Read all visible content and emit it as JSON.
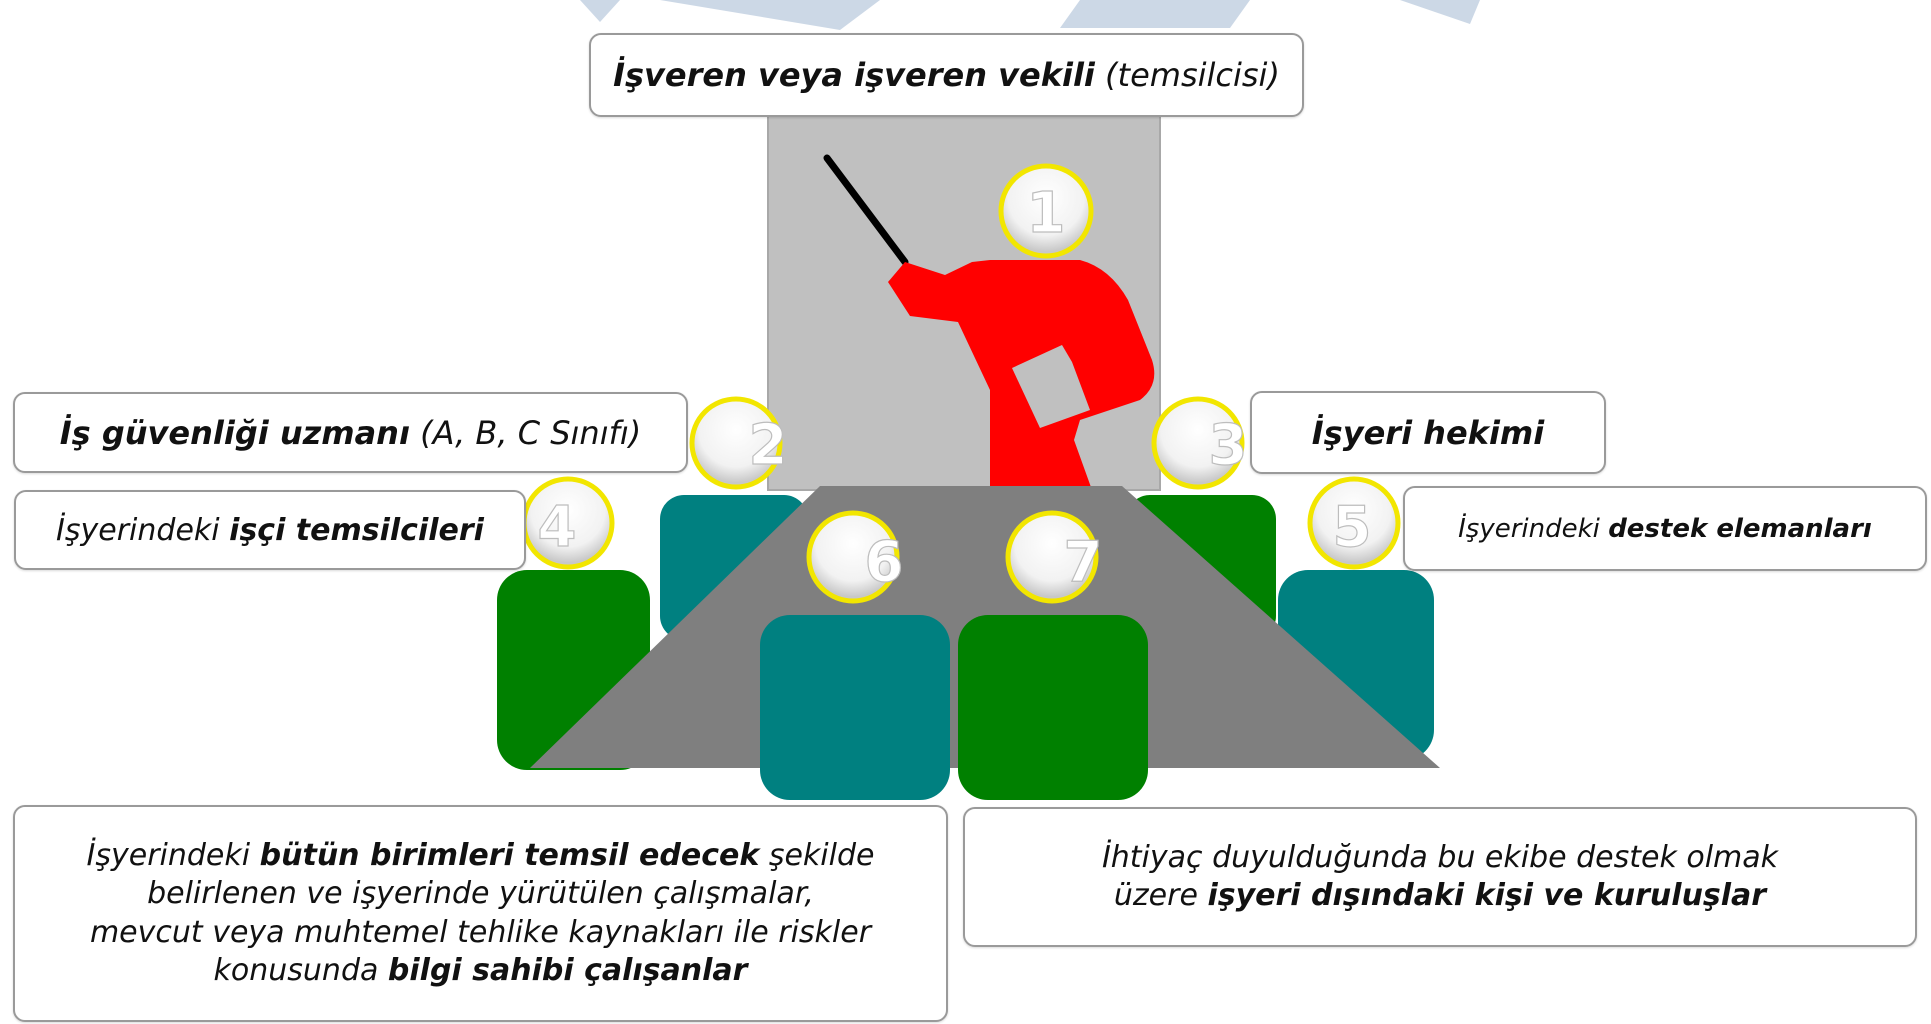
{
  "top_box": {
    "bold": "İşveren veya işveren vekili",
    "normal": " (temsilcisi)"
  },
  "isg_box": {
    "bold": "İş güvenliği uzmanı",
    "normal": " (A, B, C Sınıfı)"
  },
  "doctor_box": {
    "bold": "İşyeri hekimi"
  },
  "worker_rep_box": {
    "normal": "İşyerindeki ",
    "bold": "işçi temsilcileri"
  },
  "support_box": {
    "normal": "İşyerindeki ",
    "bold": "destek elemanları"
  },
  "bottom_left_box": {
    "l1_a": "İşyerindeki ",
    "l1_b": "bütün birimleri temsil edecek",
    "l1_c": " şekilde",
    "l2": "belirlenen ve işyerinde yürütülen çalışmalar,",
    "l3": "mevcut veya muhtemel tehlike kaynakları ile riskler",
    "l4_a": "konusunda ",
    "l4_b": "bilgi sahibi çalışanlar"
  },
  "bottom_right_box": {
    "l1": "İhtiyaç duyulduğunda bu ekibe destek olmak",
    "l2_a": "üzere ",
    "l2_b": "işyeri dışındaki kişi ve kuruluşlar"
  },
  "numbers": {
    "n1": "1",
    "n2": "2",
    "n3": "3",
    "n4": "4",
    "n5": "5",
    "n6": "6",
    "n7": "7"
  },
  "colors": {
    "presenter": "#ff0000",
    "board": "#c0c0c0",
    "table": "#7f7f7f",
    "chair_green": "#008000",
    "chair_teal": "#008080",
    "head_ring": "#f2e600"
  }
}
